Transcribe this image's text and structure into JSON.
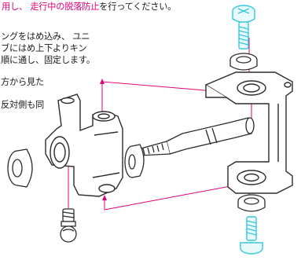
{
  "instructions": {
    "warning_part": "用し、 走行中の脱落防止",
    "warning_tail": "を行ってください。",
    "lines": [
      "ングをはめ込み、 ユニ",
      "ブにはめ上下よりキン",
      "順に通し、固定します。",
      "方から見た",
      "反対側も同"
    ]
  },
  "colors": {
    "warning": "#e0007a",
    "leader": "#e0007a",
    "screw": "#35c7de",
    "part_line": "#2b2b2b"
  },
  "icons": {
    "top_screw": "cap-screw-icon",
    "bottom_screw": "cap-screw-icon",
    "ball_stud": "ball-stud-icon"
  }
}
